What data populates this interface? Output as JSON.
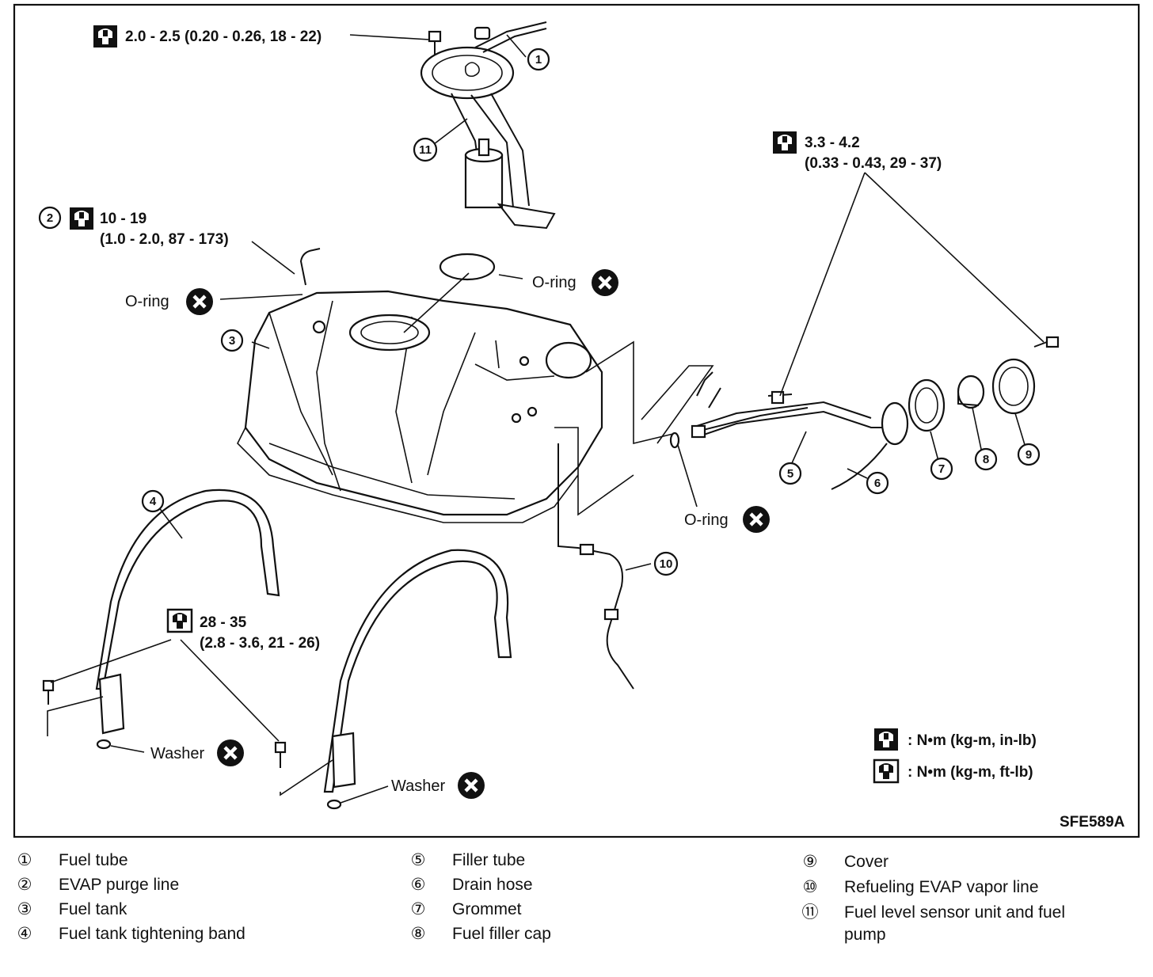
{
  "torque": {
    "t1": "2.0 - 2.5 (0.20 - 0.26, 18 - 22)",
    "t2a": "10 - 19",
    "t2b": "(1.0 - 2.0, 87 - 173)",
    "t3a": "3.3 - 4.2",
    "t3b": "(0.33 - 0.43, 29 - 37)",
    "t4a": "28 - 35",
    "t4b": "(2.8 - 3.6, 21 - 26)"
  },
  "labels": {
    "oring": "O-ring",
    "washer": "Washer"
  },
  "callouts": {
    "c1": "1",
    "c2": "2",
    "c3": "3",
    "c4": "4",
    "c5": "5",
    "c6": "6",
    "c7": "7",
    "c8": "8",
    "c9": "9",
    "c10": "10",
    "c11": "11"
  },
  "key": {
    "inlb": ": N•m (kg-m, in-lb)",
    "ftlb": ": N•m (kg-m, ft-lb)"
  },
  "figure_code": "SFE589A",
  "legend": [
    {
      "num": "①",
      "label": "Fuel tube"
    },
    {
      "num": "②",
      "label": "EVAP purge line"
    },
    {
      "num": "③",
      "label": "Fuel tank"
    },
    {
      "num": "④",
      "label": "Fuel tank tightening band"
    },
    {
      "num": "⑤",
      "label": "Filler tube"
    },
    {
      "num": "⑥",
      "label": "Drain hose"
    },
    {
      "num": "⑦",
      "label": "Grommet"
    },
    {
      "num": "⑧",
      "label": "Fuel filler cap"
    },
    {
      "num": "⑨",
      "label": "Cover"
    },
    {
      "num": "⑩",
      "label": "Refueling EVAP vapor line"
    },
    {
      "num": "⑪",
      "label": "Fuel level sensor unit and fuel"
    },
    {
      "num": "",
      "label": "pump"
    }
  ]
}
